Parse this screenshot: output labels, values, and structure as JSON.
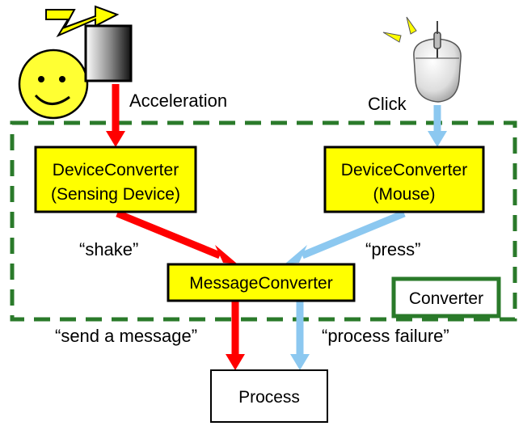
{
  "actors": {
    "user_icon": "smiley-face-icon",
    "sensor_icon": "shaking-sensor-device-icon",
    "mouse_icon": "clicking-mouse-icon"
  },
  "inputs": {
    "acceleration": "Acceleration",
    "click": "Click"
  },
  "group": {
    "label": "Converter"
  },
  "nodes": {
    "device_converter_sensing": {
      "line1": "DeviceConverter",
      "line2": "(Sensing Device)"
    },
    "device_converter_mouse": {
      "line1": "DeviceConverter",
      "line2": "(Mouse)"
    },
    "message_converter": {
      "label": "MessageConverter"
    },
    "process": {
      "label": "Process"
    }
  },
  "edges": {
    "shake": "“shake”",
    "press": "“press”",
    "send_message": "“send a message”",
    "process_failure": "“process failure”"
  },
  "colors": {
    "group_border": "#2a7a2a",
    "node_fill": "#ffff00",
    "red_arrow": "#ff0000",
    "blue_arrow": "#8cc8f0",
    "face_fill": "#ffff33"
  }
}
